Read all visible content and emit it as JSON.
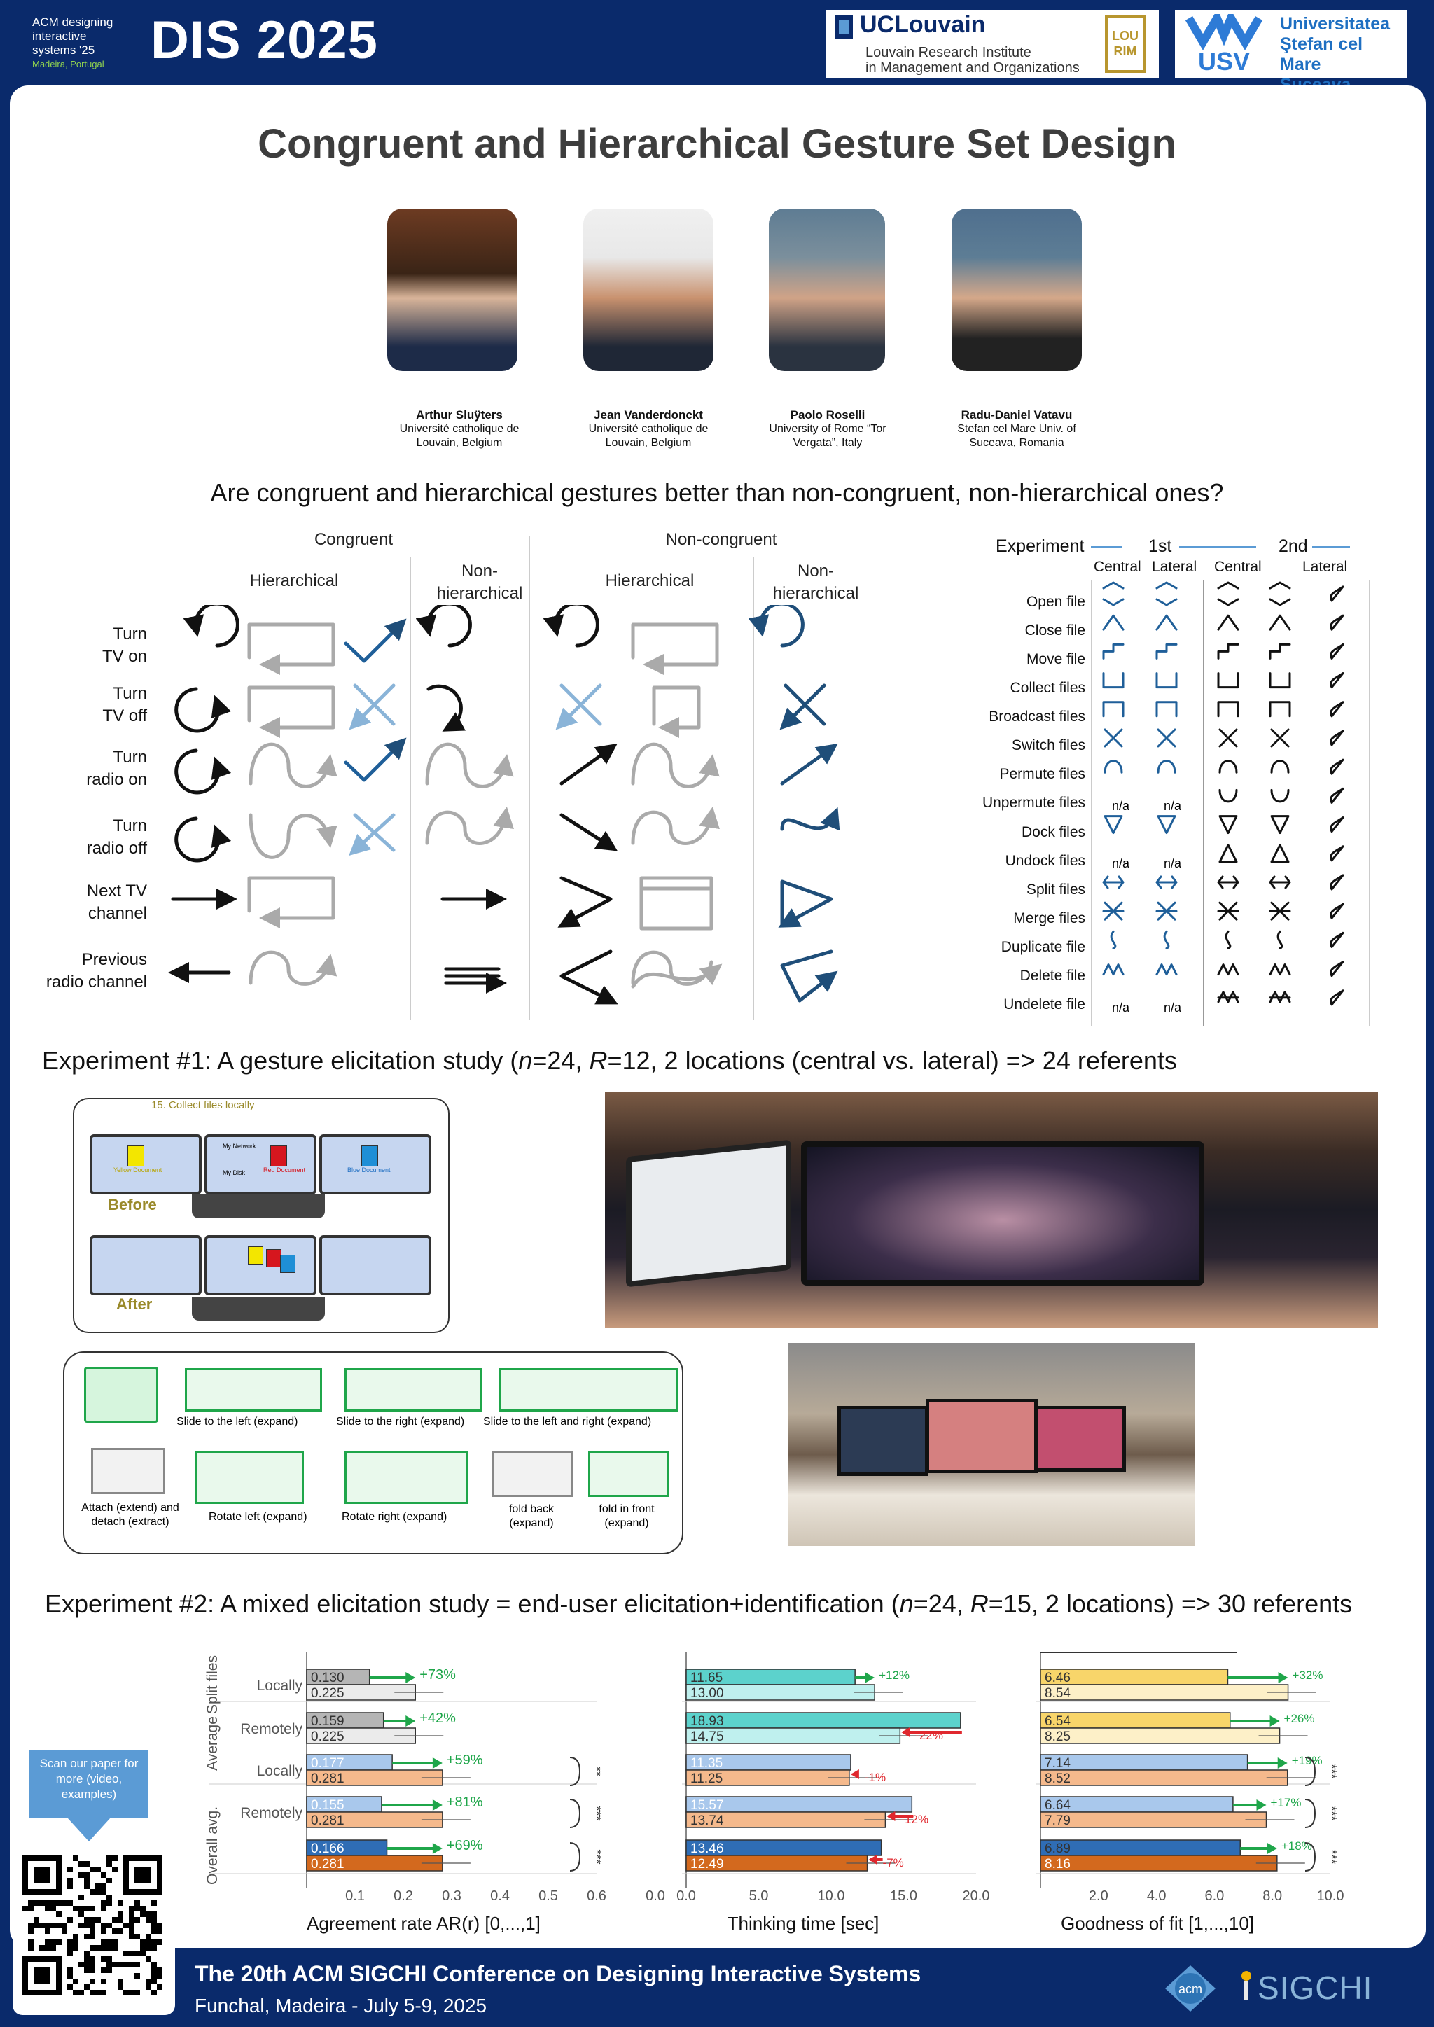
{
  "header": {
    "acm_logo_lines": [
      "ACM designing",
      "interactive",
      "systems '25"
    ],
    "acm_logo_location": "Madeira, Portugal",
    "conference": "DIS 2025",
    "uclouvain_name": "UCLouvain",
    "uclouvain_sub1": "Louvain Research Institute",
    "uclouvain_sub2": "in Management and Organizations",
    "lourim": [
      "LOU",
      "RIM"
    ],
    "usv_mark": "USV",
    "usv_lines": [
      "Universitatea",
      "Ştefan cel Mare",
      "Suceava"
    ]
  },
  "title": "Congruent and Hierarchical Gesture Set Design",
  "authors": [
    {
      "name": "Arthur Sluÿters",
      "aff1": "Université catholique de",
      "aff2": "Louvain, Belgium"
    },
    {
      "name": "Jean Vanderdonckt",
      "aff1": "Université catholique de",
      "aff2": "Louvain, Belgium"
    },
    {
      "name": "Paolo Roselli",
      "aff1": "University of Rome “Tor",
      "aff2": "Vergata”, Italy"
    },
    {
      "name": "Radu-Daniel Vatavu",
      "aff1": "Stefan cel Mare Univ. of",
      "aff2": "Suceava, Romania"
    }
  ],
  "question": "Are congruent and hierarchical gestures better than non-congruent, non-hierarchical ones?",
  "congruence_table": {
    "group1": "Congruent",
    "group2": "Non-congruent",
    "sub_h": "Hierarchical",
    "sub_nh1": "Non-",
    "sub_nh2": "hierarchical",
    "rows": [
      [
        "Turn",
        "TV on"
      ],
      [
        "Turn",
        "TV off"
      ],
      [
        "Turn",
        "radio on"
      ],
      [
        "Turn",
        "radio off"
      ],
      [
        "Next TV",
        "channel"
      ],
      [
        "Previous",
        "radio channel"
      ]
    ]
  },
  "experiment_table": {
    "label": "Experiment",
    "first": "1st",
    "second": "2nd",
    "cols": [
      "Central",
      "Lateral",
      "Central",
      "Lateral"
    ],
    "na": "n/a",
    "referents": [
      "Open file",
      "Close file",
      "Move file",
      "Collect files",
      "Broadcast files",
      "Switch files",
      "Permute files",
      "Unpermute files",
      "Dock files",
      "Undock files",
      "Split files",
      "Merge files",
      "Duplicate file",
      "Delete file",
      "Undelete file"
    ]
  },
  "exp1": {
    "heading_pre": "Experiment #1: A gesture elicitation study (",
    "n": "n",
    "n_val": "=24, ",
    "r": "R",
    "r_val": "=12, 2 locations (central vs. lateral) => 24 referents",
    "diagram_caption": "15. Collect files locally",
    "before": "Before",
    "after": "After",
    "screen_labels": [
      "My Network",
      "My Disk",
      "Red Document",
      "Blue Document",
      "Yellow Document"
    ],
    "config_labels": [
      "Slide to the left (expand)",
      "Slide to the right (expand)",
      "Slide to the left and right (expand)",
      "Attach (extend) and detach (extract)",
      "Rotate left (expand)",
      "Rotate right (expand)",
      "fold back (expand)",
      "fold in front (expand)"
    ]
  },
  "exp2": {
    "heading_pre": "Experiment #2: A mixed elicitation study = end-user elicitation+identification (",
    "n": "n",
    "n_val": "=24, ",
    "r": "R",
    "r_val": "=15, 2 locations) => 30 referents"
  },
  "chart_data": [
    {
      "type": "bar",
      "orientation": "horizontal",
      "xlabel": "Agreement rate  AR(r) [0,...,1]",
      "xlim": [
        0,
        0.6
      ],
      "xticks": [
        "0.1",
        "0.2",
        "0.3",
        "0.4",
        "0.5",
        "0.6"
      ],
      "groups": [
        "Split files",
        "Average",
        "Overall avg."
      ],
      "categories": [
        "Locally",
        "Remotely",
        "Locally",
        "Remotely",
        ""
      ],
      "series": [
        {
          "values": [
            0.13,
            0.159,
            0.177,
            0.155,
            0.166
          ]
        },
        {
          "values": [
            0.225,
            0.225,
            0.281,
            0.281,
            0.281
          ]
        }
      ],
      "value_labels_top": [
        "0.130",
        "0.159",
        "0.177",
        "0.155",
        "0.166"
      ],
      "value_labels_bottom": [
        "0.225",
        "0.225",
        "0.281",
        "0.281",
        "0.281"
      ],
      "changes": [
        "+73%",
        "+42%",
        "+59%",
        "+81%",
        "+69%"
      ],
      "significance": [
        "",
        "",
        "**",
        "***",
        "***"
      ]
    },
    {
      "type": "bar",
      "orientation": "horizontal",
      "xlabel": "Thinking time [sec]",
      "xlim": [
        0,
        20
      ],
      "xticks": [
        "0.0",
        "5.0",
        "10.0",
        "15.0",
        "20.0"
      ],
      "series": [
        {
          "values": [
            11.65,
            18.93,
            11.35,
            15.57,
            13.46
          ]
        },
        {
          "values": [
            13.0,
            14.75,
            11.25,
            13.74,
            12.49
          ]
        }
      ],
      "value_labels_top": [
        "11.65",
        "18.93",
        "11.35",
        "15.57",
        "13.46"
      ],
      "value_labels_bottom": [
        "13.00",
        "14.75",
        "11.25",
        "13.74",
        "12.49"
      ],
      "changes": [
        "+12%",
        "-22%",
        "-1%",
        "-12%",
        "-7%"
      ]
    },
    {
      "type": "bar",
      "orientation": "horizontal",
      "xlabel": "Goodness of fit [1,...,10]",
      "xlim": [
        0,
        10
      ],
      "xticks": [
        "2.0",
        "4.0",
        "6.0",
        "8.0",
        "10.0"
      ],
      "series": [
        {
          "values": [
            6.46,
            6.54,
            7.14,
            6.64,
            6.89
          ]
        },
        {
          "values": [
            8.54,
            8.25,
            8.52,
            7.79,
            8.16
          ]
        }
      ],
      "value_labels_top": [
        "6.46",
        "6.54",
        "7.14",
        "6.64",
        "6.89"
      ],
      "value_labels_bottom": [
        "8.54",
        "8.25",
        "8.52",
        "7.79",
        "8.16"
      ],
      "changes": [
        "+32%",
        "+26%",
        "+19%",
        "+17%",
        "+18%"
      ],
      "significance": [
        "",
        "",
        "***",
        "***",
        "***"
      ]
    }
  ],
  "bar_colors": {
    "c1_top": [
      "#b5b5b5",
      "#b5b5b5",
      "#a9c8ec",
      "#a9c8ec",
      "#2f6db5"
    ],
    "c1_bot": [
      "#ebebeb",
      "#ebebeb",
      "#f5b98c",
      "#f5b98c",
      "#d3691e"
    ],
    "c2_top": [
      "#5cd2cc",
      "#5cd2cc",
      "#a9c8ec",
      "#a9c8ec",
      "#2f6db5"
    ],
    "c2_bot": [
      "#bff0ee",
      "#bff0ee",
      "#f5b98c",
      "#f5b98c",
      "#d3691e"
    ],
    "c3_top": [
      "#f8d56a",
      "#f8d56a",
      "#a9c8ec",
      "#a9c8ec",
      "#2f6db5"
    ],
    "c3_bot": [
      "#fdf0c8",
      "#fdf0c8",
      "#f5b98c",
      "#f5b98c",
      "#d3691e"
    ],
    "positive": "#1fa64a",
    "negative": "#e0282e"
  },
  "scan_text": "Scan our paper for more (video, examples)",
  "footer": {
    "line1": "The 20th ACM SIGCHI Conference on Designing Interactive Systems",
    "line2": "Funchal, Madeira - July 5-9, 2025",
    "acm": "acm",
    "sigchi": "SIGCHI"
  }
}
